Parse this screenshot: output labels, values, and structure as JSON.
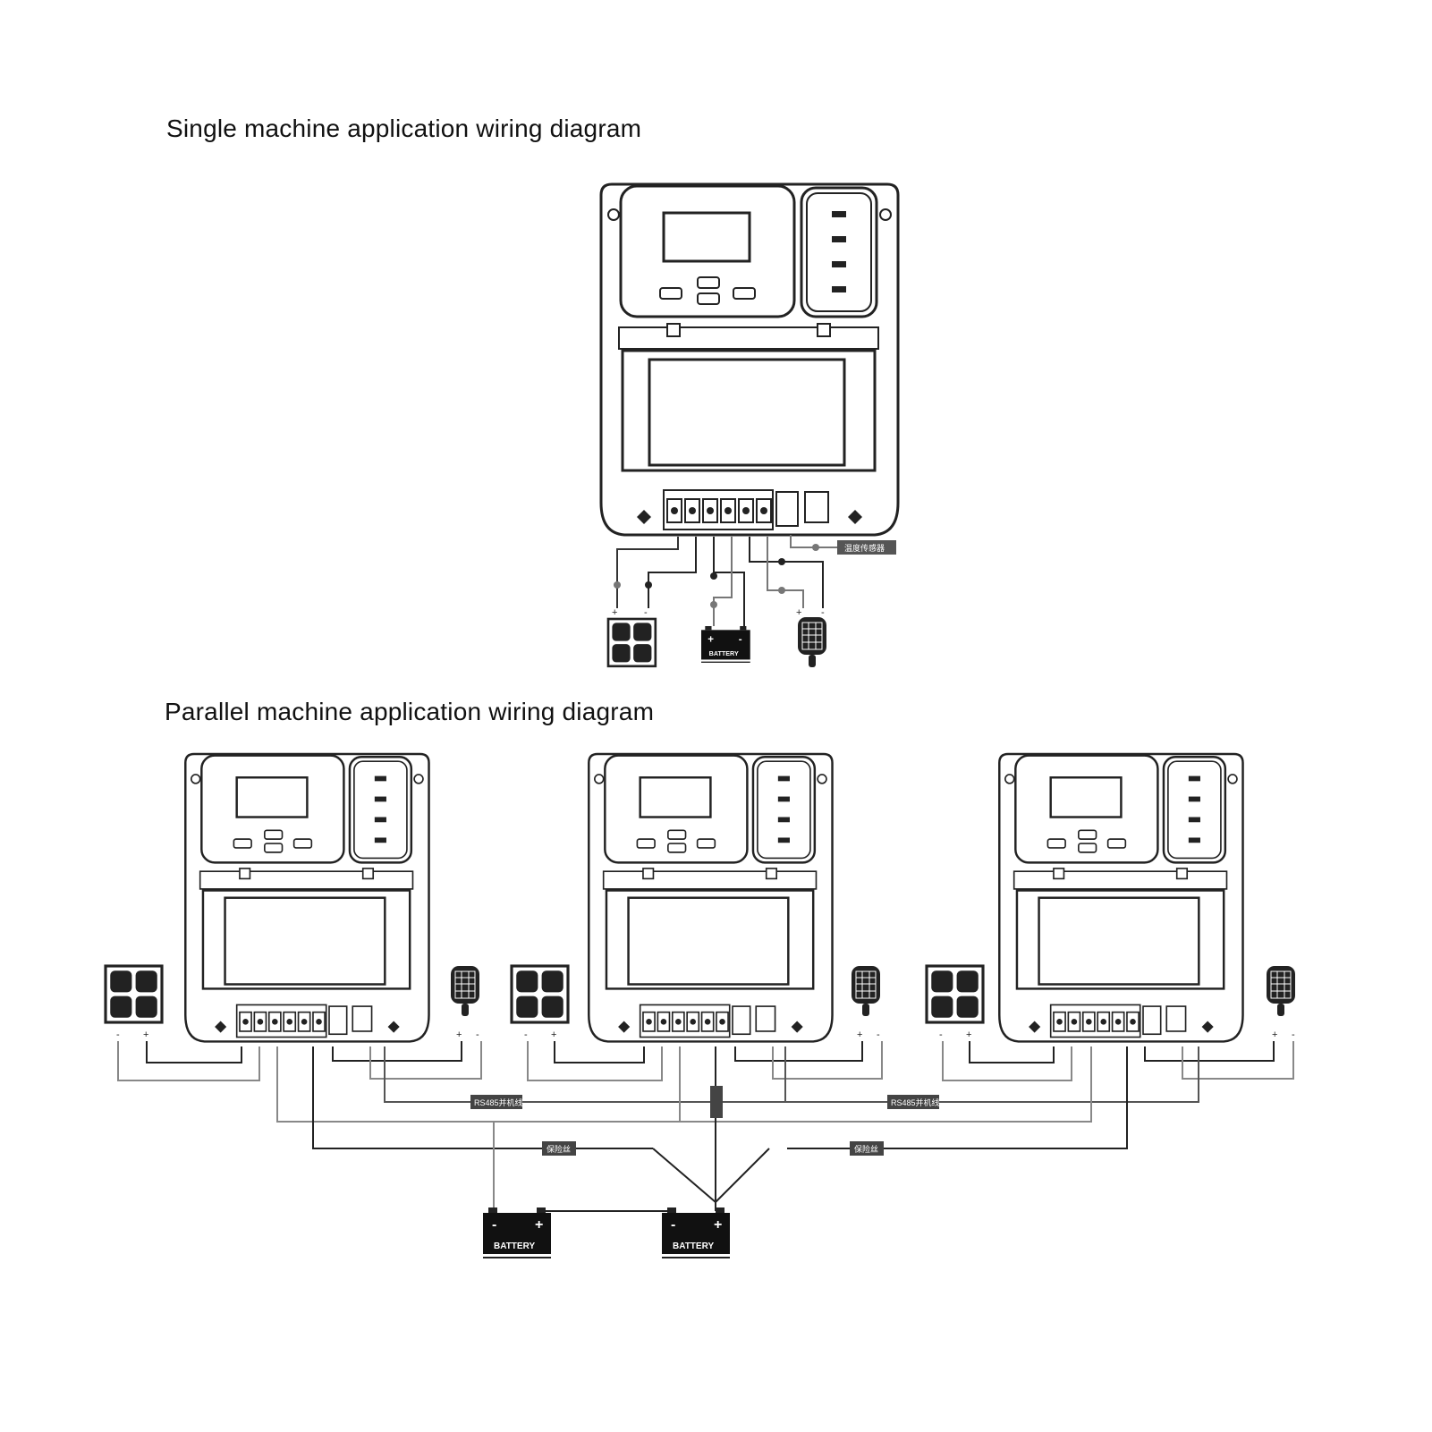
{
  "titles": {
    "single": "Single machine application wiring diagram",
    "parallel": "Parallel machine application wiring diagram"
  },
  "labels": {
    "temp_sensor": "温度传感器",
    "rs485": "RS485并机线",
    "fuse": "保险丝",
    "battery": "BATTERY",
    "plus": "+",
    "minus": "-"
  },
  "colors": {
    "line": "#222222",
    "line_alt": "#888888",
    "fill": "#111111"
  },
  "icons": [
    "controller-device",
    "solar-panel-icon",
    "battery-icon",
    "lamp-icon"
  ]
}
